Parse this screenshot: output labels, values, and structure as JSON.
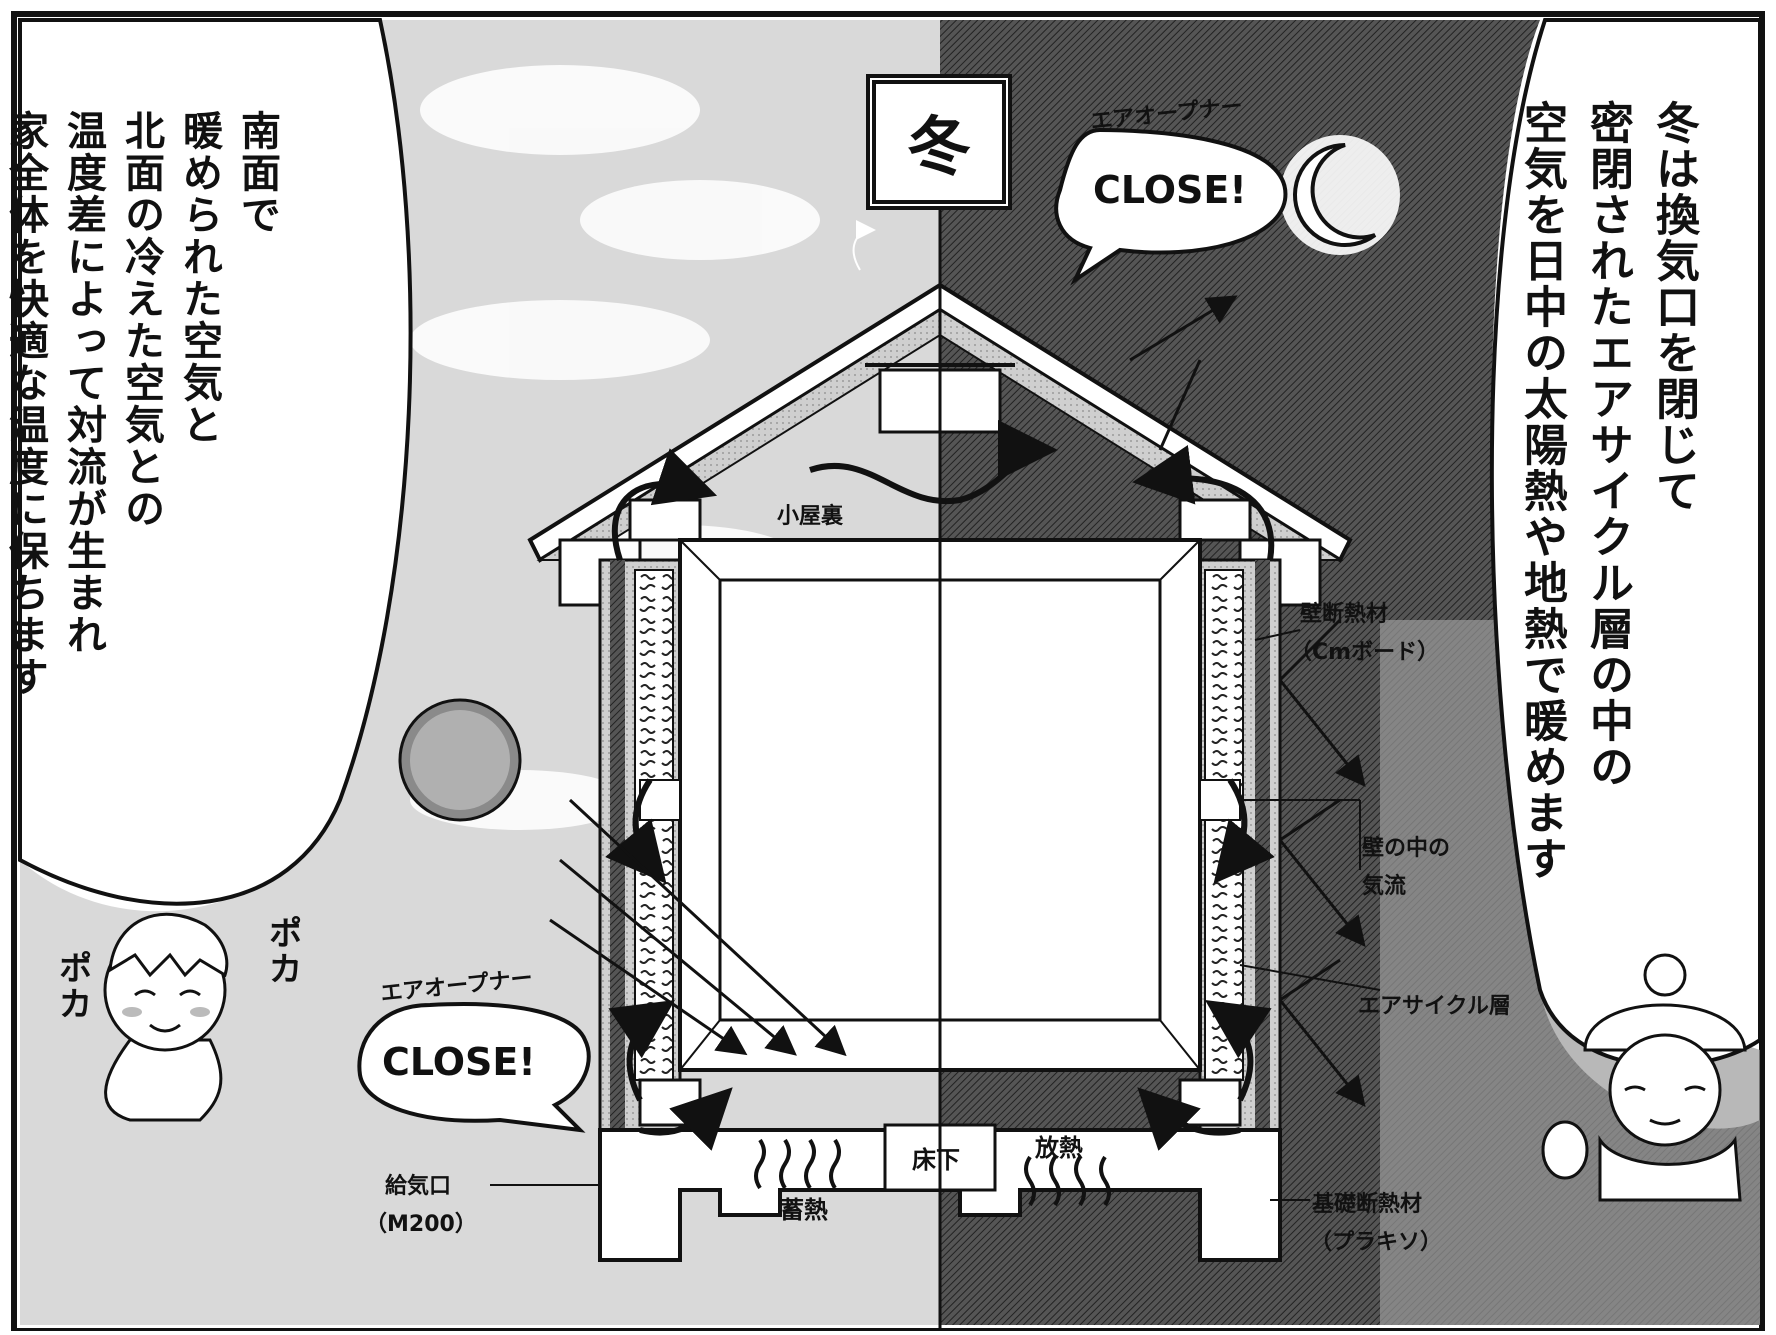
{
  "season": "冬",
  "left_caption": [
    "南面で",
    "暖められた空気と",
    "北面の冷えた空気との",
    "温度差によって対流が生まれ",
    "家全体を快適な温度に保ちます"
  ],
  "right_caption": [
    "冬は換気口を閉じて",
    "密閉されたエアサイクル層の中の",
    "空気を日中の太陽熱や地熱で暖めます"
  ],
  "bubble_top": {
    "caption": "エアオープナー",
    "text": "CLOSE!"
  },
  "bubble_bottom": {
    "caption": "エアオープナー",
    "text": "CLOSE!"
  },
  "labels": {
    "attic": "小屋裏",
    "wall_insulation": "壁断熱材",
    "wall_insulation_sub": "（Cmボード）",
    "wall_airflow_1": "壁の中の",
    "wall_airflow_2": "気流",
    "air_cycle_layer": "エアサイクル層",
    "under_floor": "床下",
    "heat_release": "放熱",
    "heat_storage": "蓄熱",
    "intake_1": "給気口",
    "intake_2": "（M200）",
    "foundation_insulation": "基礎断熱材",
    "foundation_insulation_sub": "（プラキソ）"
  },
  "sfx_left": [
    "ポカ",
    "ポカ"
  ],
  "colors": {
    "ink": "#111111",
    "night": "#3a3a3a",
    "sky": "#d8d8d8",
    "paper": "#ffffff"
  },
  "icons": [
    "sun-icon",
    "moon-icon",
    "person-warm-icon",
    "person-cold-icon"
  ]
}
